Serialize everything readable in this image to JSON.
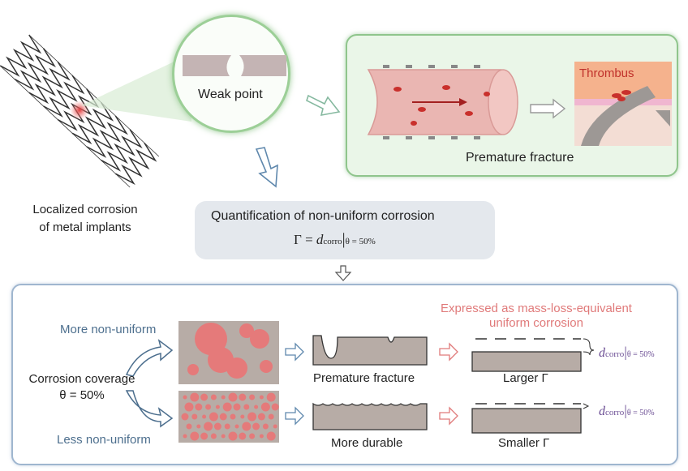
{
  "stent": {
    "label_line1": "Localized corrosion",
    "label_line2": "of metal implants"
  },
  "magnifier": {
    "label": "Weak point"
  },
  "fracture_panel": {
    "caption": "Premature fracture",
    "thrombus_label": "Thrombus"
  },
  "quant_box": {
    "title": "Quantification of non-uniform corrosion",
    "formula_lhs": "Γ = ",
    "formula_d": "d",
    "formula_sub": "corro",
    "formula_cond": "θ = 50%"
  },
  "bottom": {
    "more_label": "More non-uniform",
    "less_label": "Less non-uniform",
    "coverage_line1": "Corrosion coverage",
    "coverage_line2": "θ = 50%",
    "premature_label": "Premature fracture",
    "durable_label": "More durable",
    "expressed_line1": "Expressed as mass-loss-equivalent",
    "expressed_line2": "uniform corrosion",
    "larger_label": "Larger Γ",
    "smaller_label": "Smaller Γ",
    "d_symbol": "d",
    "d_sub": "corro",
    "d_cond": "θ = 50%"
  },
  "colors": {
    "green_border": "#8fc58c",
    "blue_border": "#9fb6cf",
    "pink_text": "#e07a7a",
    "purple_text": "#6a4c93",
    "corrosion_pit": "#e57a7a",
    "metal_gray": "#b7aca6"
  }
}
